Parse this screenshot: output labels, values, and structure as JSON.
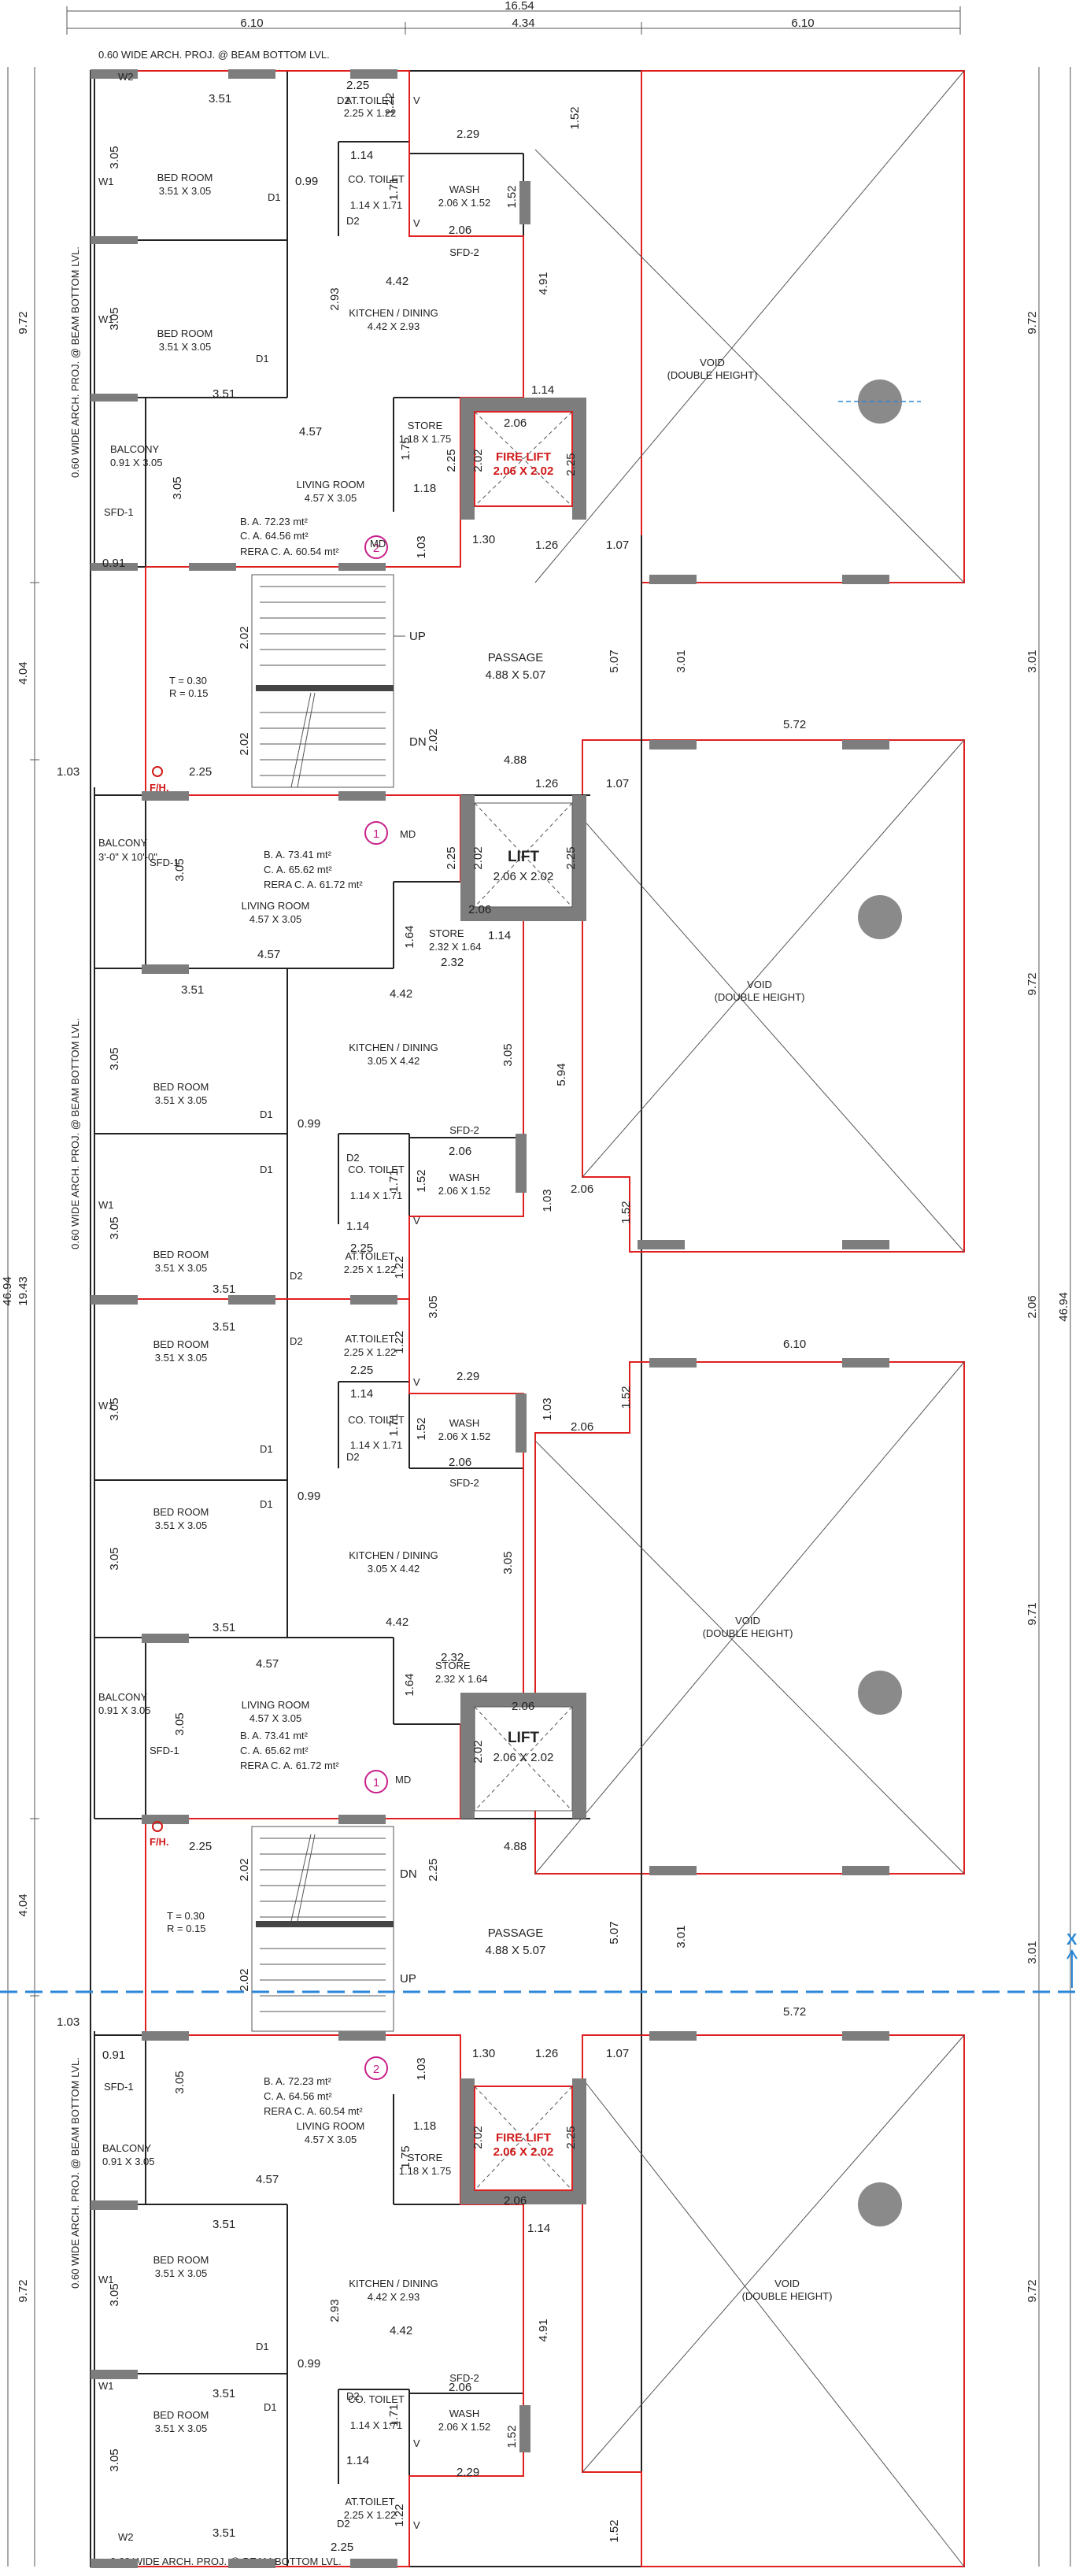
{
  "overall": {
    "top_total": "16.54",
    "top_left": "6.10",
    "top_mid": "4.34",
    "top_right": "6.10",
    "left_total_a": "46.94",
    "left_total_b": "19.43",
    "right_total": "46.94",
    "seg_972": "9.72",
    "seg_404": "4.04",
    "seg_301": "3.01",
    "seg_206": "2.06",
    "seg_971": "9.71"
  },
  "notes": {
    "arch_prof": "0.60 WIDE ARCH. PROJ. @ BEAM BOTTOM LVL."
  },
  "rooms": {
    "bedroom": "BED ROOM",
    "bedroom_size": "3.51 X 3.05",
    "at_toilet": "AT.TOILET",
    "at_toilet_size": "2.25 X 1.22",
    "co_toilet": "CO. TOILET",
    "co_toilet_size": "1.14 X 1.71",
    "wash": "WASH",
    "wash_size": "2.06 X 1.52",
    "kitchen": "KITCHEN / DINING",
    "kitchen_size_a": "4.42 X 2.93",
    "kitchen_size_b": "3.05 X 4.42",
    "living": "LIVING ROOM",
    "living_size": "4.57 X 3.05",
    "store": "STORE",
    "store_size_a": "1.18 X 1.75",
    "store_size_b": "2.32 X 1.64",
    "balcony": "BALCONY",
    "balcony_size": "0.91 X 3.05",
    "balcony_size_b": "3'-0\" X 10'-0\"",
    "passage": "PASSAGE",
    "passage_size": "4.88 X 5.07",
    "void": "VOID",
    "void_sub": "(DOUBLE HEIGHT)",
    "fire_lift": "FIRE LIFT",
    "lift": "LIFT",
    "lift_size": "2.06 X 2.02",
    "sfd1": "SFD-1",
    "sfd2": "SFD-2",
    "up": "UP",
    "dn": "DN",
    "fh": "F/H.",
    "md": "MD",
    "stair_note_t": "T = 0.30",
    "stair_note_r": "R = 0.15"
  },
  "units": {
    "type2": {
      "badge": "2",
      "ba": "B. A.  72.23  mt²",
      "ca": "C. A.  64.56  mt²",
      "rera": "RERA C. A.  60.54  mt²"
    },
    "type1": {
      "badge": "1",
      "ba": "B. A.  73.41  mt²",
      "ca": "C. A.  65.62  mt²",
      "rera": "RERA C. A.  61.72  mt²"
    }
  },
  "door_tags": {
    "d1": "D1",
    "d2": "D2",
    "w1": "W1",
    "w2": "W2",
    "v": "V"
  },
  "dims": {
    "d351": "3.51",
    "d305": "3.05",
    "d099": "0.99",
    "d114": "1.14",
    "d171": "1.71",
    "d206": "2.06",
    "d152": "1.52",
    "d229": "2.29",
    "d442": "4.42",
    "d293": "2.93",
    "d491": "4.91",
    "d457": "4.57",
    "d175": "1.75",
    "d118": "1.18",
    "d202": "2.02",
    "d225": "2.25",
    "d091": "0.91",
    "d130": "1.30",
    "d103": "1.03",
    "d126": "1.26",
    "d107": "1.07",
    "d507": "5.07",
    "d301": "3.01",
    "d488": "4.88",
    "d572": "5.72",
    "d164": "1.64",
    "d232": "2.32",
    "d594": "5.94",
    "d122": "1.22",
    "d610": "6.10",
    "d097": "0.99"
  },
  "grid_axis": "X"
}
